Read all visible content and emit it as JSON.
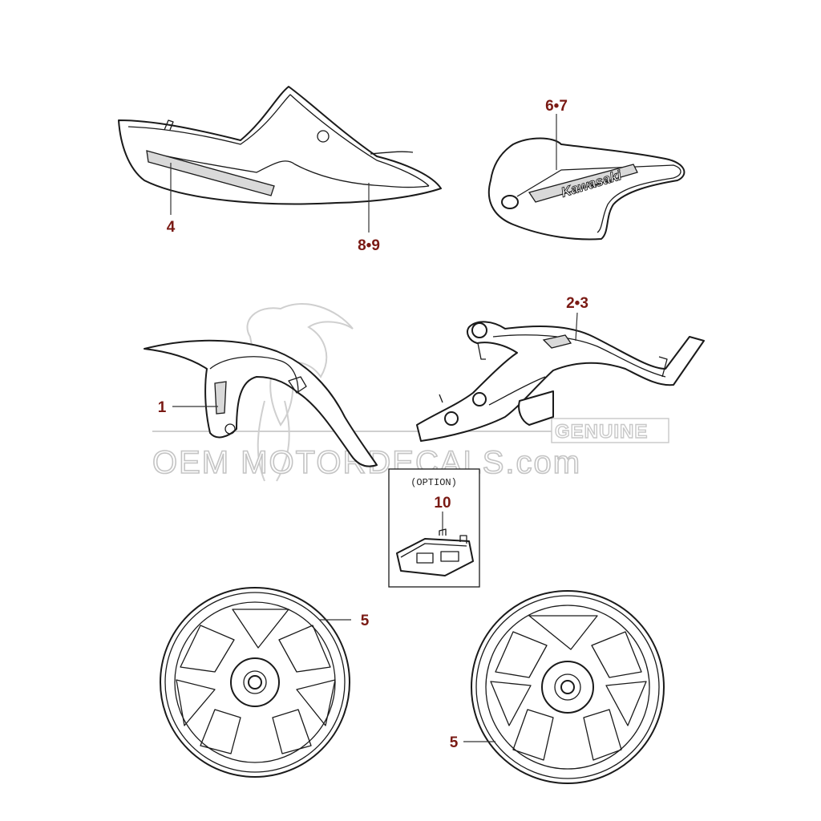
{
  "callouts": {
    "c1": "1",
    "c23": "2•3",
    "c4": "4",
    "c5a": "5",
    "c5b": "5",
    "c67": "6•7",
    "c89": "8•9",
    "c10": "10"
  },
  "option_label": "(OPTION)",
  "side_cover_logo": "Kawasaki",
  "watermark": {
    "site": "OEM MOTORDECALS.com",
    "badge": "GENUINE"
  },
  "colors": {
    "callout": "#7a1a14",
    "line": "#1a1a1a",
    "watermark": "#c4c4c4"
  }
}
